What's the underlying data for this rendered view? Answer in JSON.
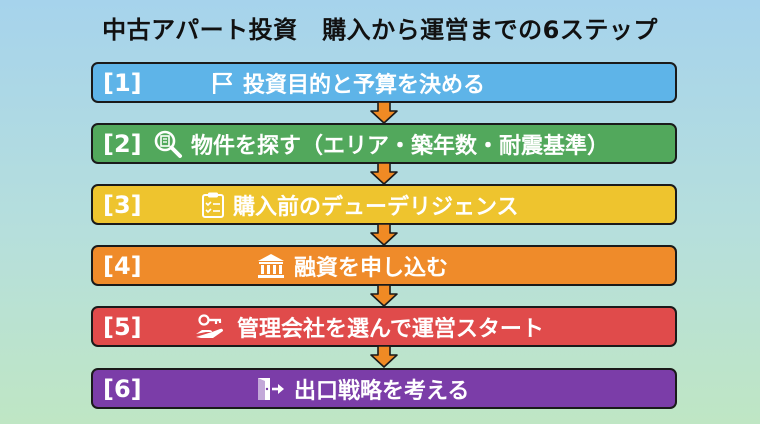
{
  "title": "中古アパート投資　購入から運営までの6ステップ",
  "steps": [
    {
      "num": "[1]",
      "label": "投資目的と予算を決める",
      "icon": "flag-icon",
      "color": "#5eb4e8"
    },
    {
      "num": "[2]",
      "label": "物件を探す（エリア・築年数・耐震基準）",
      "icon": "magnifier-icon",
      "color": "#52a85c"
    },
    {
      "num": "[3]",
      "label": "購入前のデューデリジェンス",
      "icon": "clipboard-icon",
      "color": "#eec42e"
    },
    {
      "num": "[4]",
      "label": "融資を申し込む",
      "icon": "bank-icon",
      "color": "#ef8b2a"
    },
    {
      "num": "[5]",
      "label": "管理会社を選んで運営スタート",
      "icon": "hand-key-icon",
      "color": "#e04b4b"
    },
    {
      "num": "[6]",
      "label": "出口戦略を考える",
      "icon": "exit-door-icon",
      "color": "#7b3da8"
    }
  ],
  "arrow_color": "#f08a24"
}
